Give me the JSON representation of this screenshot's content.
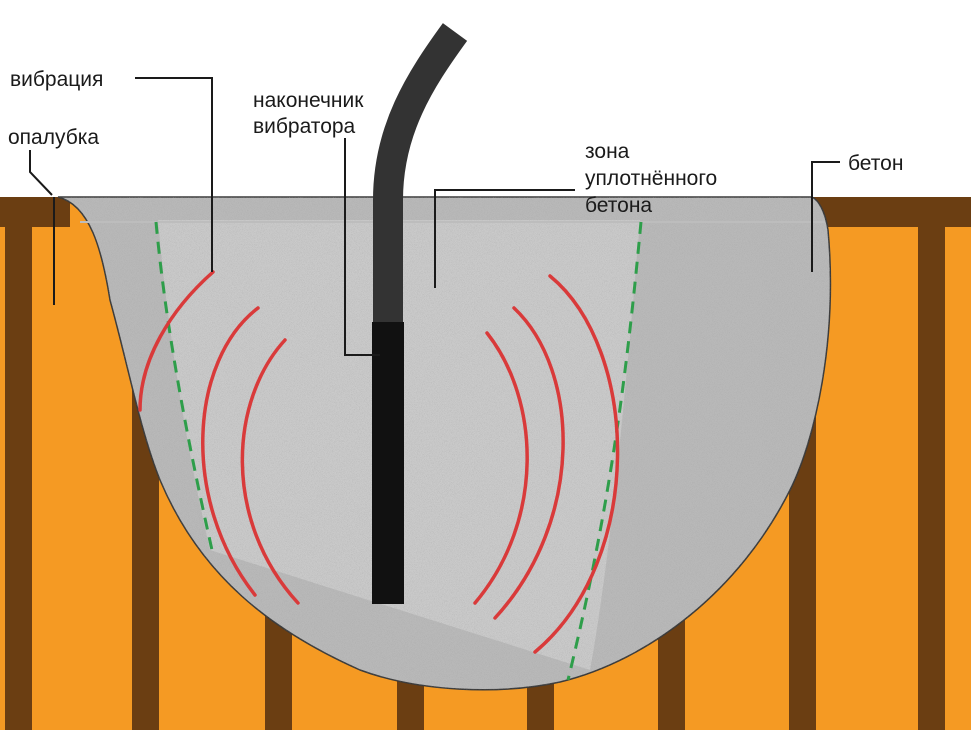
{
  "labels": {
    "vibration": "вибрация",
    "formwork": "опалубка",
    "tip_line1": "наконечник",
    "tip_line2": "вибратора",
    "zone_line1": "зона",
    "zone_line2": "уплотнённого",
    "zone_line3": "бетона",
    "concrete": "бетон"
  },
  "colors": {
    "background": "#ffffff",
    "formwork": "#f59a23",
    "formwork_posts": "#6b3e12",
    "concrete_compacted": "#c9c9c9",
    "concrete_loose": "#b8b8b8",
    "vibration_waves": "#d93a3a",
    "zone_boundary": "#2e9e4a",
    "vibrator_hose": "#333333",
    "vibrator_tip": "#111111",
    "leader_lines": "#1a1a1a"
  }
}
